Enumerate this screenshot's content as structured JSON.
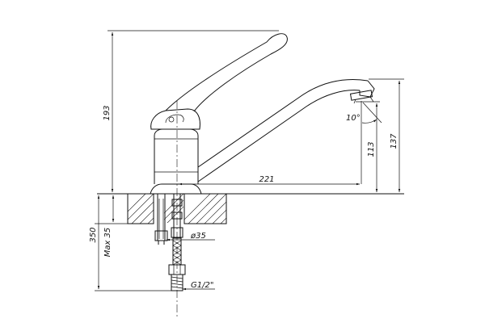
{
  "dimensions": {
    "overall_height": "193",
    "spout_height": "137",
    "outlet_height": "113",
    "spout_reach": "221",
    "outlet_angle": "10°",
    "mount_hole": "ø35",
    "max_thickness": "Max 35",
    "hose_length": "350",
    "thread": "G1/2\""
  }
}
